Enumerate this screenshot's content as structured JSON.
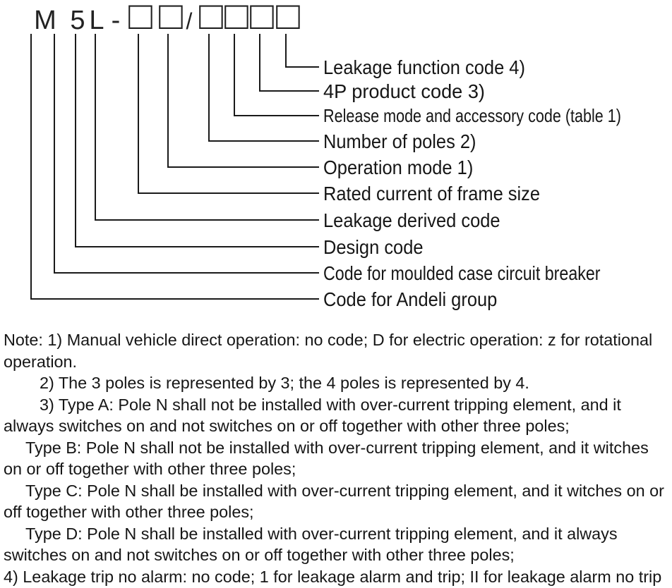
{
  "model_code": {
    "characters": [
      "M",
      "5",
      "L",
      "-",
      "□",
      "□",
      "/",
      "□",
      "□",
      "□",
      "□"
    ]
  },
  "code_legend": [
    "Leakage function code 4)",
    "4P product code 3)",
    "Release mode and accessory code (table 1)",
    "Number of poles 2)",
    "Operation mode 1)",
    "Rated current of frame size",
    "Leakage derived code",
    "Design code",
    "Code for moulded case circuit breaker",
    "Code for Andeli group"
  ],
  "notes": [
    "Note: 1) Manual vehicle direct operation: no code; D for electric operation: z for rotational",
    "operation.",
    "2) The 3 poles is represented by 3; the 4 poles is represented by 4.",
    "3) Type A: Pole N shall not be installed with over-current tripping element, and it",
    "always switches on and not switches on or off together with other three poles;",
    "Type B: Pole N shall not be installed with over-current tripping element, and it witches",
    "on or off together with other three poles;",
    "Type C: Pole N shall be installed with over-current tripping element, and it witches on or",
    "off together with other three poles;",
    "Type D: Pole N shall be installed with over-current tripping element, and it always",
    "switches on and not switches on or off together with other three poles;",
    "4) Leakage trip no alarm: no code; 1 for leakage alarm and trip; II for leakage alarm no trip"
  ]
}
